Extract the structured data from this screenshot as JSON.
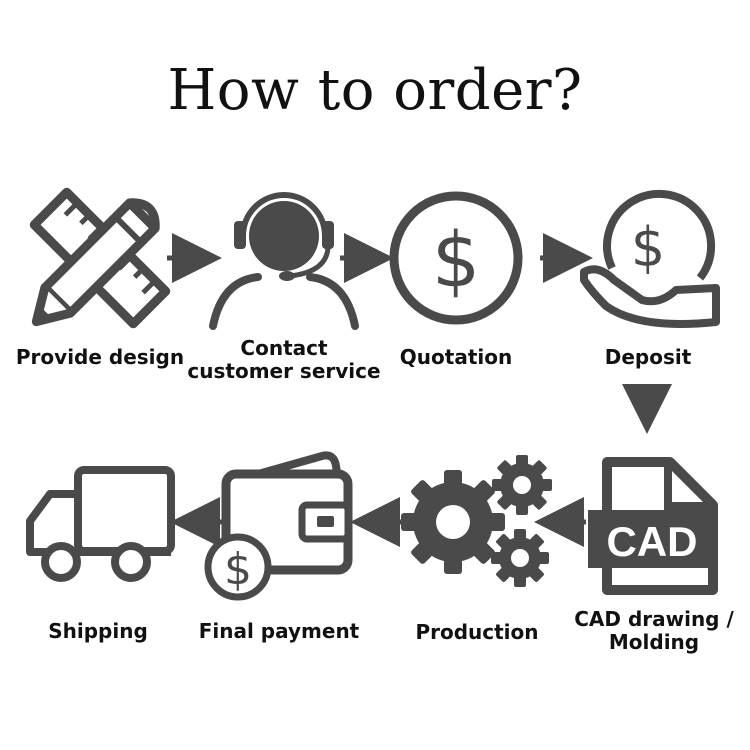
{
  "title": "How to order?",
  "colors": {
    "icon": "#4a4a4a",
    "text": "#111111",
    "background": "#ffffff"
  },
  "steps": [
    {
      "label": "Provide design",
      "icon": "pencil-ruler-icon"
    },
    {
      "label": "Contact\ncustomer service",
      "icon": "customer-service-icon"
    },
    {
      "label": "Quotation",
      "icon": "dollar-coin-icon"
    },
    {
      "label": "Deposit",
      "icon": "hand-coin-icon"
    },
    {
      "label": "CAD drawing /\nMolding",
      "icon": "cad-file-icon",
      "icon_text": "CAD"
    },
    {
      "label": "Production",
      "icon": "gears-icon"
    },
    {
      "label": "Final payment",
      "icon": "wallet-icon"
    },
    {
      "label": "Shipping",
      "icon": "truck-icon"
    }
  ],
  "coin_symbol": "$"
}
